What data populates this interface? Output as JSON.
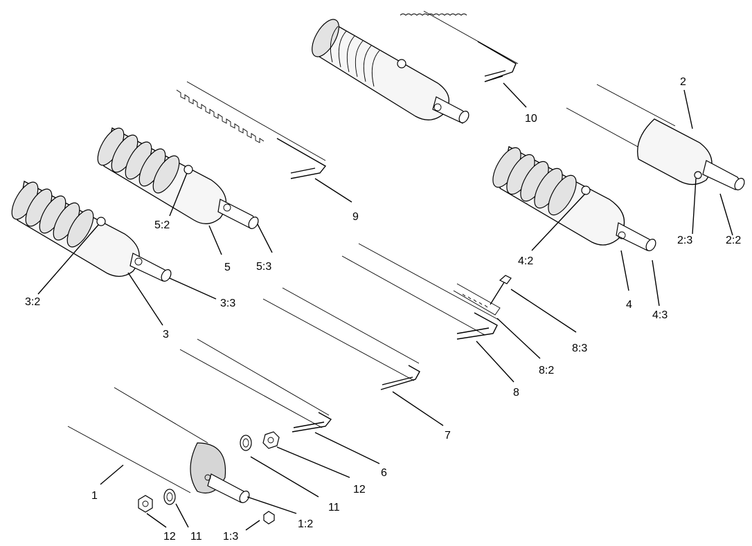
{
  "callouts": {
    "c1": "1",
    "c1_2": "1:2",
    "c1_3": "1:3",
    "c2": "2",
    "c2_2": "2:2",
    "c2_3": "2:3",
    "c3": "3",
    "c3_2": "3:2",
    "c3_3": "3:3",
    "c4": "4",
    "c4_2": "4:2",
    "c4_3": "4:3",
    "c5": "5",
    "c5_2": "5:2",
    "c5_3": "5:3",
    "c6": "6",
    "c7": "7",
    "c8": "8",
    "c8_2": "8:2",
    "c8_3": "8:3",
    "c9": "9",
    "c10": "10",
    "c11a": "11",
    "c11b": "11",
    "c12a": "12",
    "c12b": "12"
  }
}
